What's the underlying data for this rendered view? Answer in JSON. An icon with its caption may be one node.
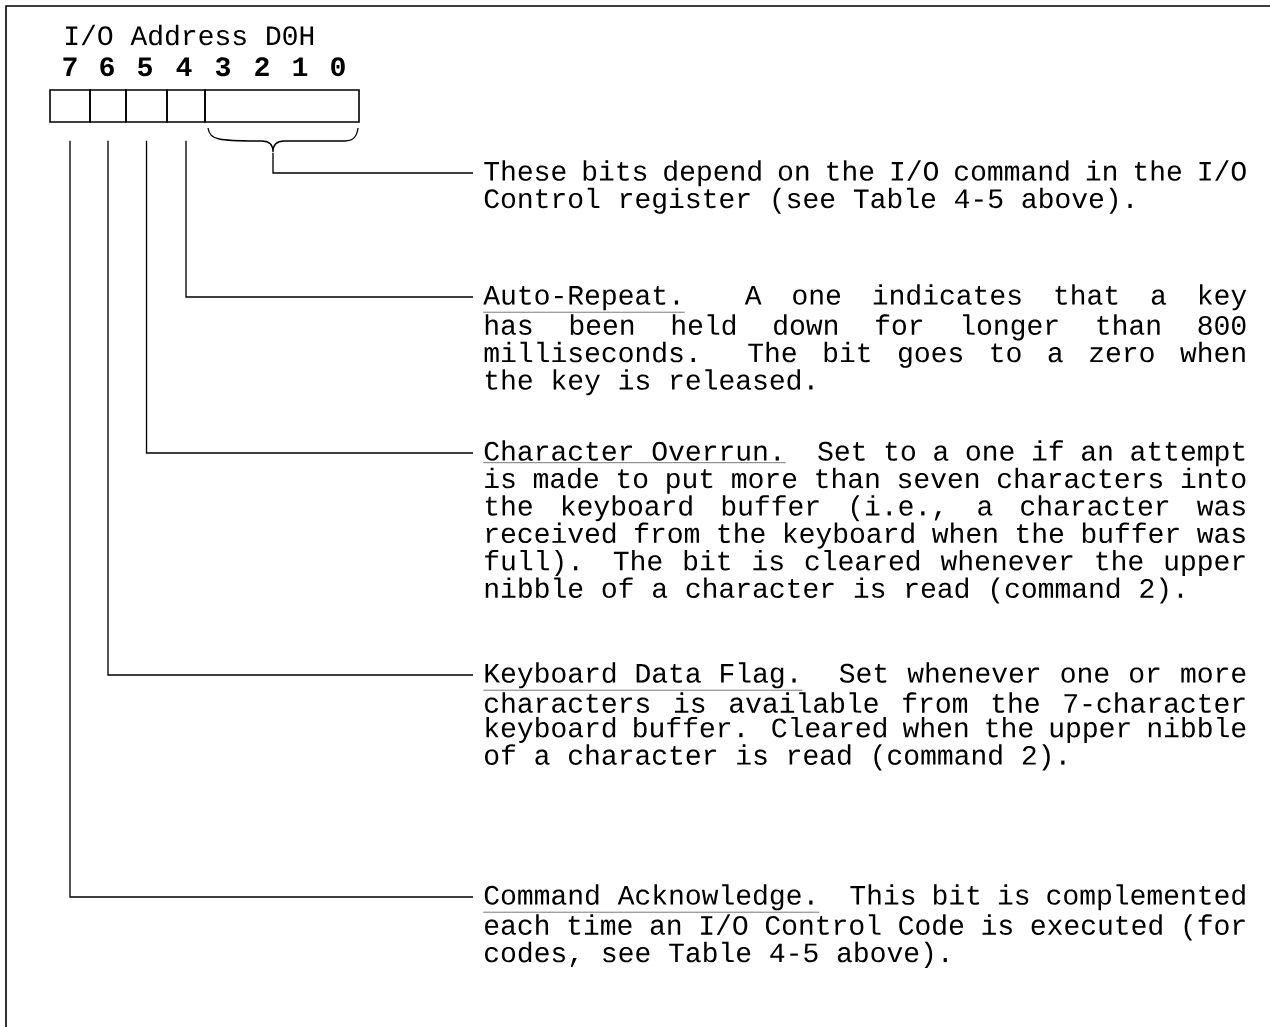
{
  "diagram": {
    "title": "I/O Address D0H",
    "nodes": [
      {
        "text": [],
        "shape": "box"
      },
      {
        "text": [],
        "shape": "box"
      },
      {
        "text": [],
        "shape": "box"
      },
      {
        "text": [],
        "shape": "box"
      },
      {
        "text": [],
        "shape": "box"
      },
      {
        "text": [
          "These bits depend on the I/O command in the I/O Control register (see Table 4-5 above)."
        ]
      },
      {
        "text": [
          "Auto-Repeat.",
          "A one indicates that a key has been held down for longer than 800 milliseconds. The bit goes to a zero when the key is released."
        ]
      },
      {
        "text": [
          "Character Overrun.",
          "Set to a one if an attempt is made to put more than seven characters into the keyboard buffer (i.e., a character was received from the keyboard when the buffer was full). The bit is cleared whenever the upper nibble of a character is read (command 2)."
        ]
      },
      {
        "text": [
          "Keyboard Data Flag.",
          "Set whenever one or more characters is available from the 7-character keyboard buffer. Cleared when the upper nibble of a character is read (command 2)."
        ]
      },
      {
        "text": [
          "Command Acknowledge.",
          "This bit is complemented each time an I/O Control Code is executed (for codes, see Table 4-5 above)."
        ]
      }
    ],
    "edges": [
      {
        "from": 4,
        "to": 5,
        "arrow": "none"
      },
      {
        "from": 3,
        "to": 6,
        "arrow": "none"
      },
      {
        "from": 2,
        "to": 7,
        "arrow": "none"
      },
      {
        "from": 1,
        "to": 8,
        "arrow": "none"
      },
      {
        "from": 0,
        "to": 9,
        "arrow": "none"
      }
    ],
    "labels": [
      "7",
      "6",
      "5",
      "4",
      "3",
      "2",
      "1",
      "0"
    ]
  }
}
